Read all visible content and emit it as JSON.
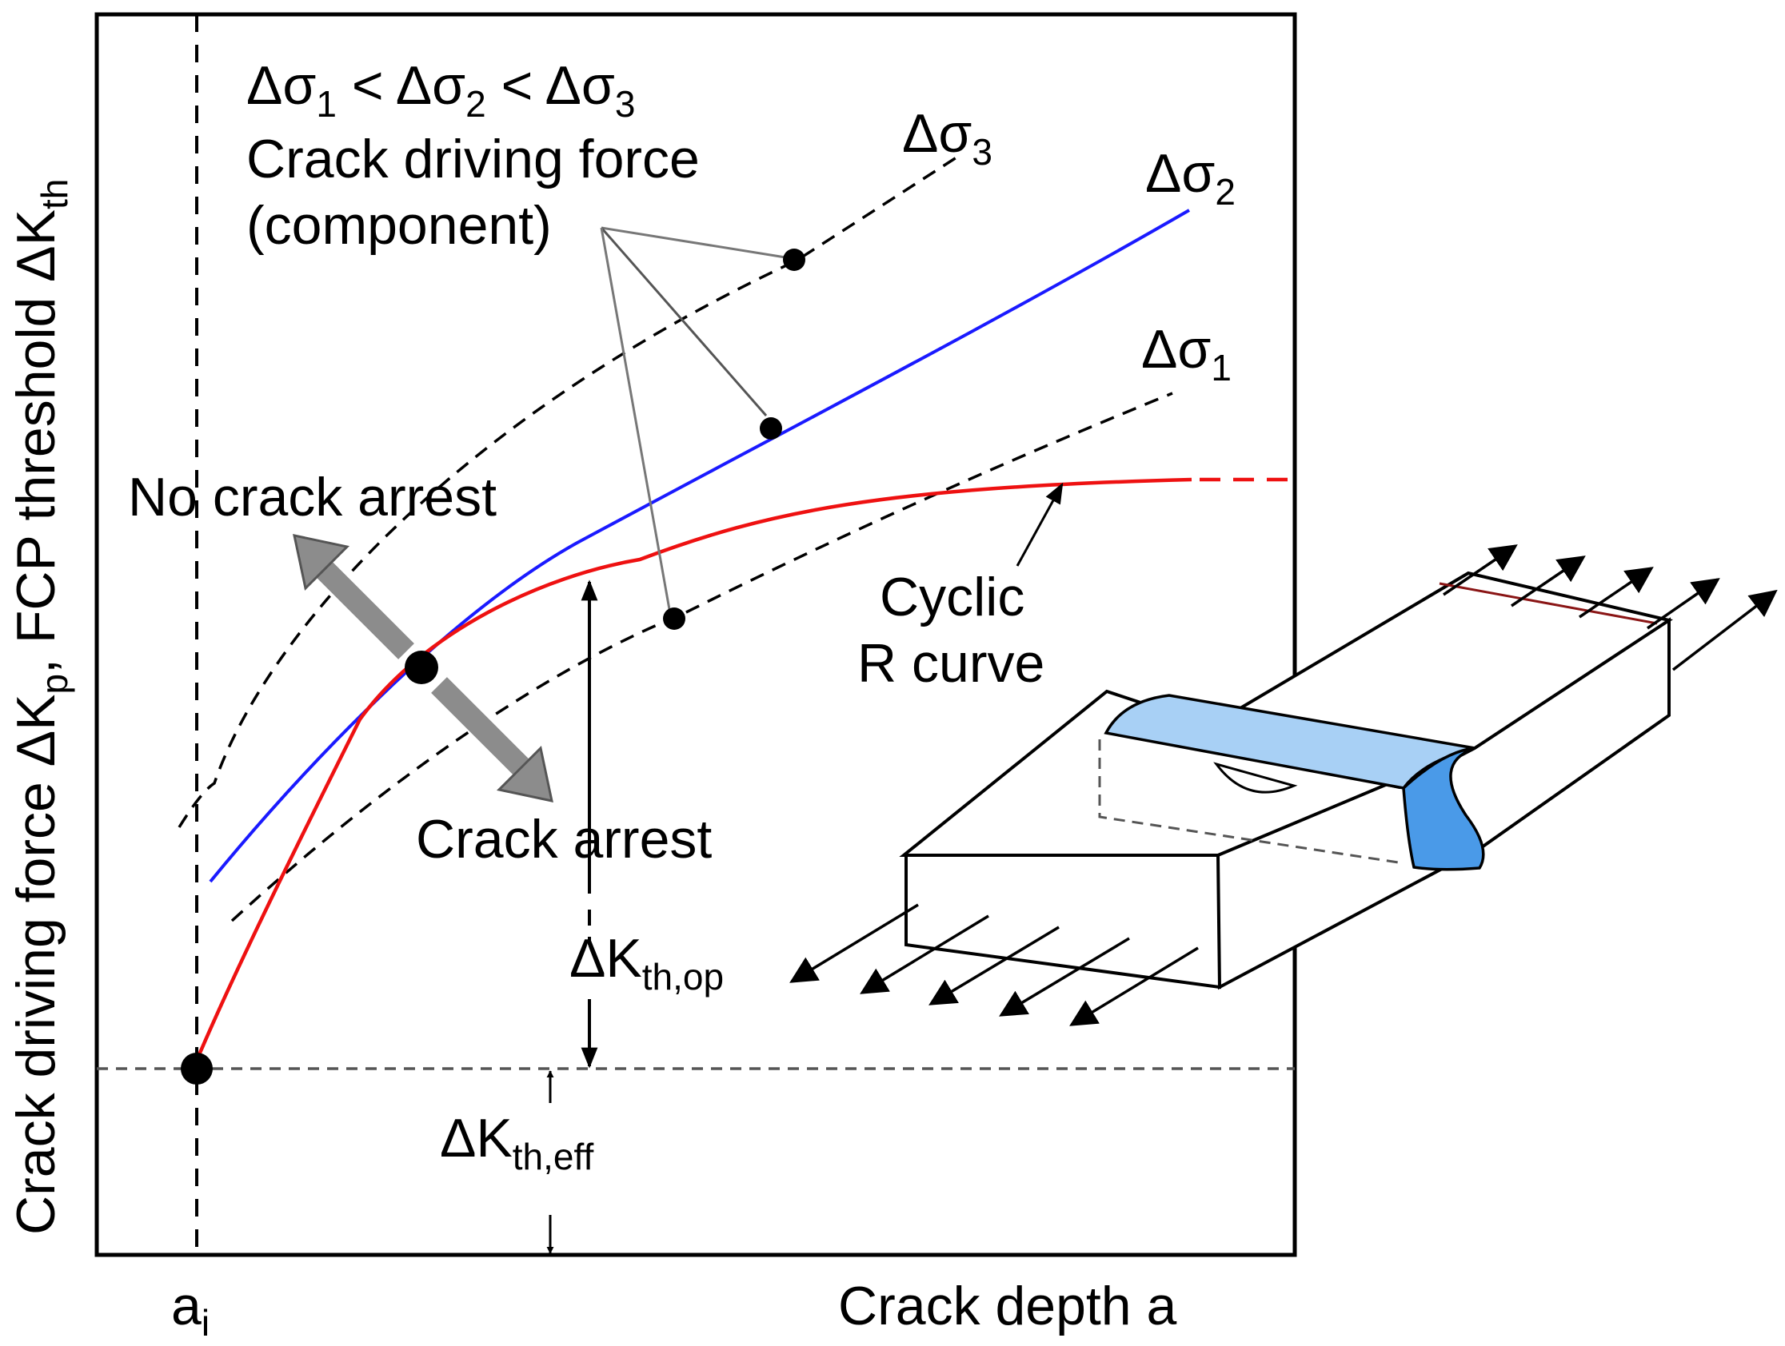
{
  "axes": {
    "y_label": {
      "main": "Crack driving force ΔK",
      "sub_p": "p",
      "mid": ", FCP threshold ΔK",
      "sub_th": "th"
    },
    "x_label": "Crack depth a",
    "x_marker": {
      "main": "a",
      "sub": "i"
    }
  },
  "legend": {
    "inequality": {
      "d1": "Δσ",
      "s1": "1",
      "lt1": " < Δσ",
      "s2": "2",
      "lt2": " < Δσ",
      "s3": "3"
    },
    "driving_force_line1": "Crack driving force",
    "driving_force_line2": "(component)"
  },
  "curves": {
    "ds3": {
      "main": "Δσ",
      "sub": "3"
    },
    "ds2": {
      "main": "Δσ",
      "sub": "2"
    },
    "ds1": {
      "main": "Δσ",
      "sub": "1"
    }
  },
  "annotations": {
    "no_arrest": "No crack arrest",
    "arrest": "Crack arrest",
    "r_curve_line1": "Cyclic",
    "r_curve_line2": "R curve",
    "kth_op": {
      "main": "ΔK",
      "sub": "th,op"
    },
    "kth_eff": {
      "main": "ΔK",
      "sub": "th,eff"
    }
  },
  "colors": {
    "component_curve": "#1a1aff",
    "r_curve": "#ee1111",
    "dashed": "#000000",
    "weld": "#a8d0f5",
    "weld_dark": "#4a9ae8",
    "arrow_gray": "#8c8c8c"
  }
}
